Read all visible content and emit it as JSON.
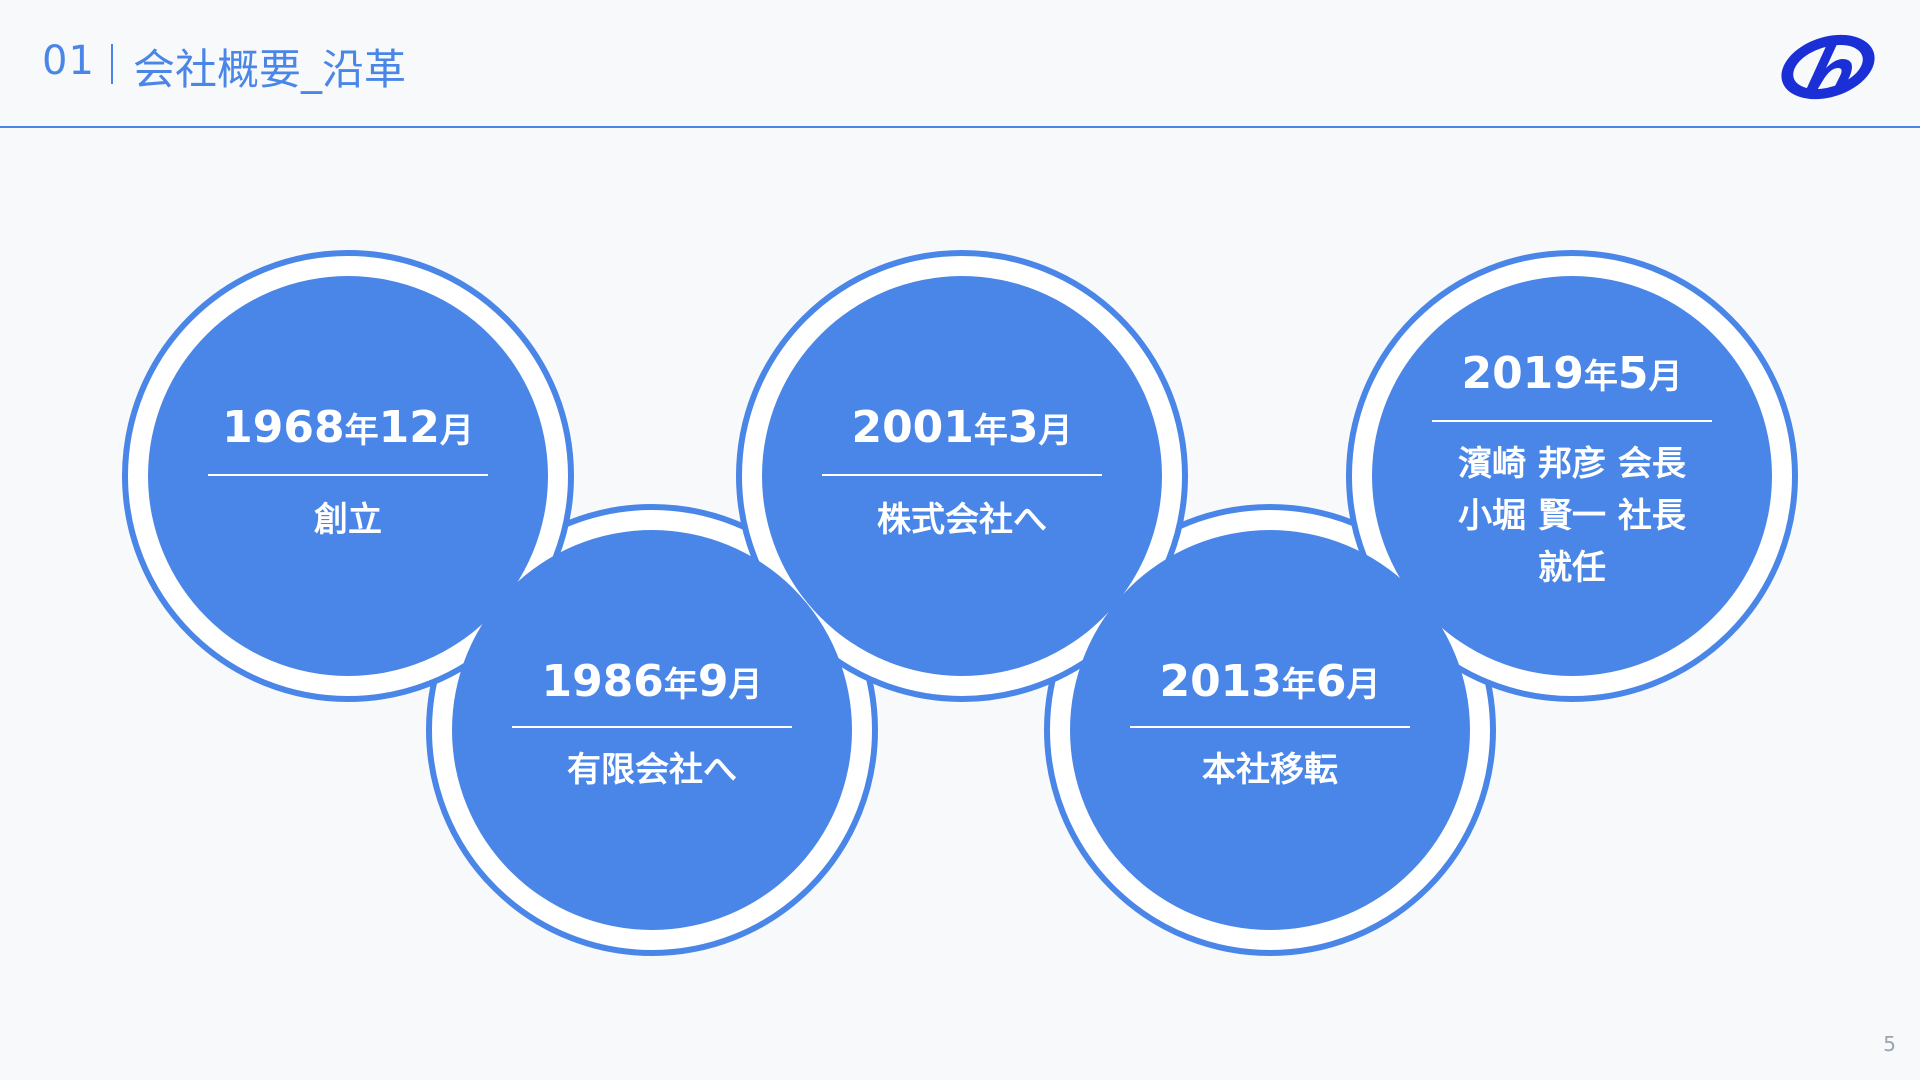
{
  "header": {
    "section_number": "01",
    "title": "会社概要_沿革"
  },
  "page_number": "5",
  "timeline": [
    {
      "year": "1968",
      "year_unit": "年",
      "month": "12",
      "month_unit": "月",
      "label": "創立"
    },
    {
      "year": "1986",
      "year_unit": "年",
      "month": "9",
      "month_unit": "月",
      "label": "有限会社へ"
    },
    {
      "year": "2001",
      "year_unit": "年",
      "month": "3",
      "month_unit": "月",
      "label": "株式会社へ"
    },
    {
      "year": "2013",
      "year_unit": "年",
      "month": "6",
      "month_unit": "月",
      "label": "本社移転"
    },
    {
      "year": "2019",
      "year_unit": "年",
      "month": "5",
      "month_unit": "月",
      "label_lines": [
        "濱崎 邦彦 会長",
        "小堀 賢一 社長",
        "就任"
      ]
    }
  ],
  "colors": {
    "accent": "#4a86e8",
    "background": "#f8f9fa"
  },
  "icons": {
    "logo": "company-logo-icon"
  }
}
